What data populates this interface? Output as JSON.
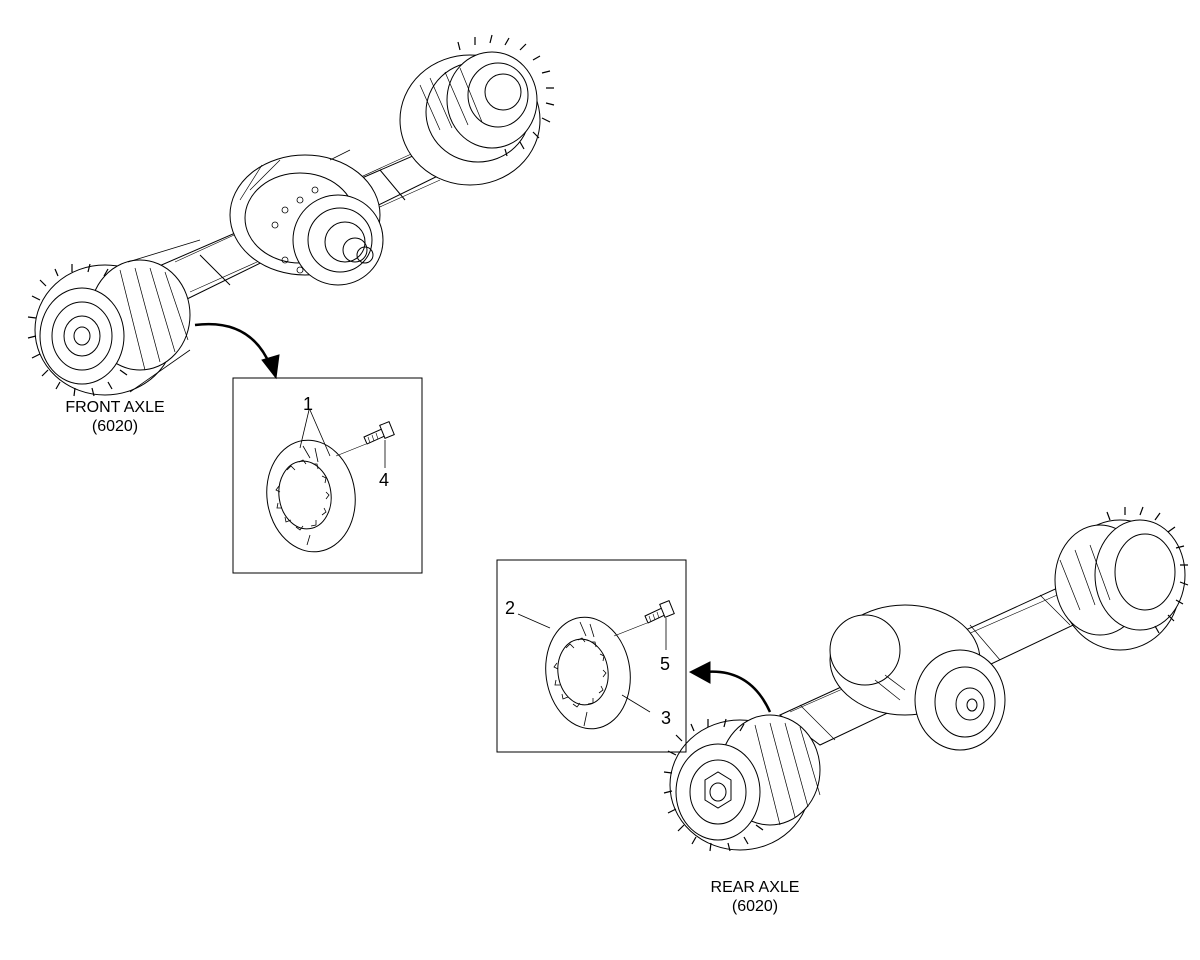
{
  "front_axle": {
    "name": "FRONT AXLE",
    "code": "(6020)"
  },
  "rear_axle": {
    "name": "REAR AXLE",
    "code": "(6020)"
  },
  "callouts": {
    "c1": "1",
    "c2": "2",
    "c3": "3",
    "c4": "4",
    "c5": "5"
  }
}
